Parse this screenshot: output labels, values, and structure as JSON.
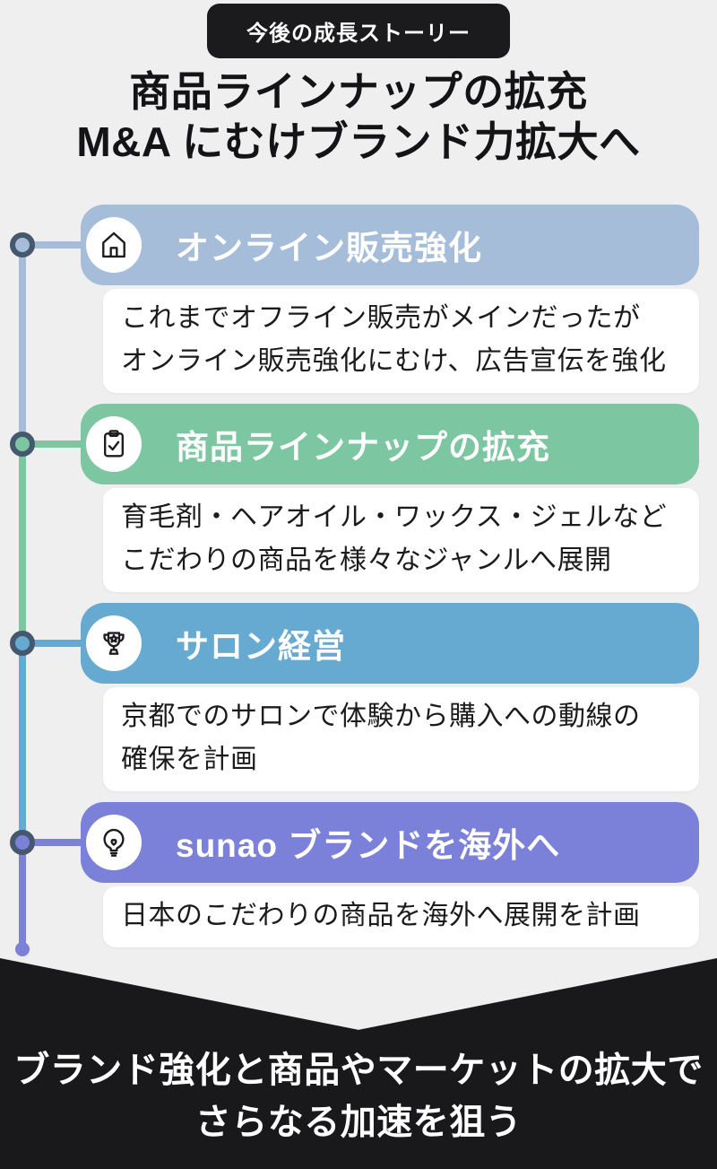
{
  "badge": {
    "label": "今後の成長ストーリー"
  },
  "title": {
    "line1": "商品ラインナップの拡充",
    "line2": "M&A にむけブランド力拡大へ"
  },
  "steps": [
    {
      "title": "オンライン販売強化",
      "icon": "home-icon",
      "color": "#a5bdd9",
      "lines": [
        "これまでオフライン販売がメインだったが",
        "オンライン販売強化にむけ、広告宣伝を強化"
      ]
    },
    {
      "title": "商品ラインナップの拡充",
      "icon": "clipboard-check-icon",
      "color": "#7dc6a2",
      "lines": [
        "育毛剤・ヘアオイル・ワックス・ジェルなど",
        "こだわりの商品を様々なジャンルへ展開"
      ]
    },
    {
      "title": "サロン経営",
      "icon": "trophy-icon",
      "color": "#66aad1",
      "lines": [
        "京都でのサロンで体験から購入への動線の",
        "確保を計画"
      ]
    },
    {
      "title": "sunao ブランドを海外へ",
      "icon": "lightbulb-icon",
      "color": "#7b80d8",
      "lines": [
        "日本のこだわりの商品を海外へ展開を計画"
      ]
    }
  ],
  "footer": {
    "line1": "ブランド強化と商品やマーケットの拡大で",
    "line2": "さらなる加速を狙う"
  },
  "colors": {
    "background": "#efeff0",
    "badge_black": "#1b1b1d",
    "footer_black": "#19191b",
    "card_white": "#ffffff",
    "timeline_ring": "#46586d",
    "text_dark": "#1b1b1b"
  }
}
